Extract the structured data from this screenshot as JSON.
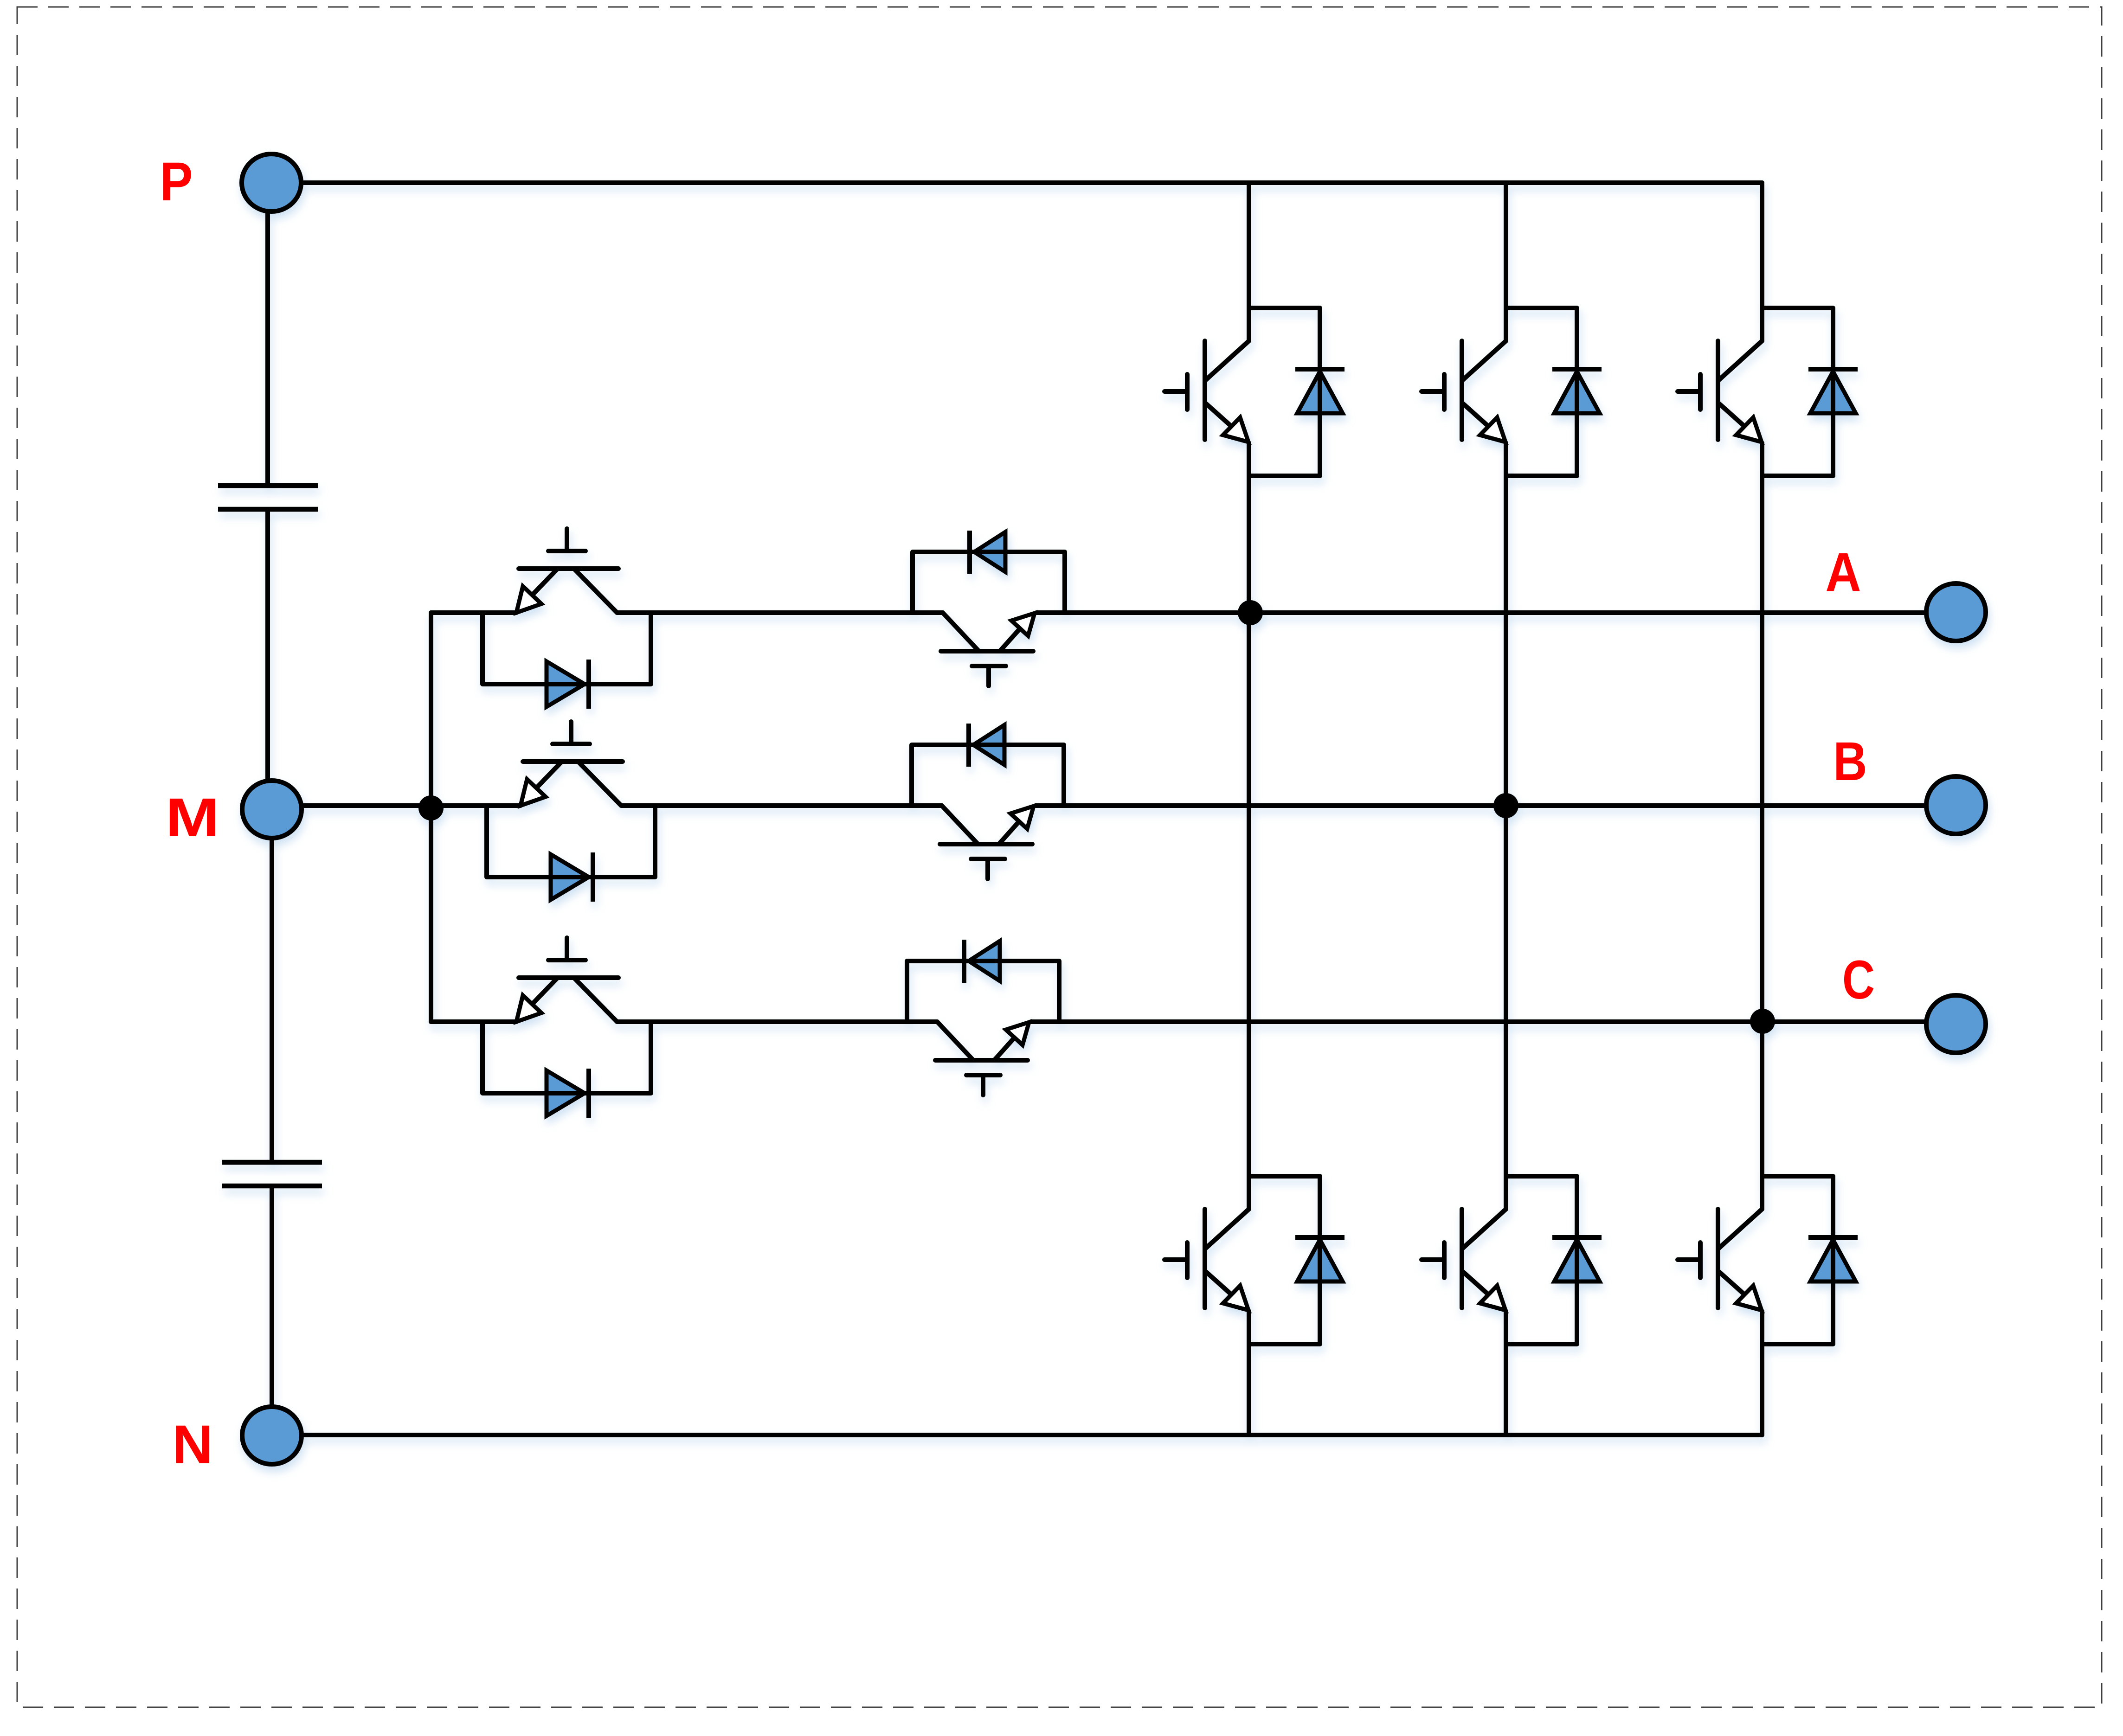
{
  "colors": {
    "background": "#FFFFFF",
    "wire": "#000000",
    "terminal_fill": "#5B9BD5",
    "diode_fill": "#5B9BD5",
    "label": "#FF0000",
    "frame": "#3F3F3F",
    "shadow": "#5B9BD5"
  },
  "dc_bus": {
    "terminals": [
      {
        "node": "P",
        "label": "P",
        "icon": "terminal-node-icon"
      },
      {
        "node": "M",
        "label": "M",
        "icon": "terminal-node-icon"
      },
      {
        "node": "N",
        "label": "N",
        "icon": "terminal-node-icon"
      }
    ],
    "capacitors": [
      {
        "name": "upper-dc-capacitor",
        "icon": "capacitor-icon",
        "between": [
          "P",
          "M"
        ]
      },
      {
        "name": "lower-dc-capacitor",
        "icon": "capacitor-icon",
        "between": [
          "M",
          "N"
        ]
      }
    ]
  },
  "phases": [
    {
      "node": "A",
      "label": "A",
      "icon": "terminal-node-icon",
      "upper_switch": {
        "icon": "igbt-with-antiparallel-diode-icon",
        "between": [
          "P",
          "A"
        ]
      },
      "lower_switch": {
        "icon": "igbt-with-antiparallel-diode-icon",
        "between": [
          "A",
          "N"
        ]
      },
      "neutral_switch": {
        "icon": "bidirectional-igbt-pair-icon",
        "between": [
          "M",
          "A"
        ],
        "device_count": 2
      }
    },
    {
      "node": "B",
      "label": "B",
      "icon": "terminal-node-icon",
      "upper_switch": {
        "icon": "igbt-with-antiparallel-diode-icon",
        "between": [
          "P",
          "B"
        ]
      },
      "lower_switch": {
        "icon": "igbt-with-antiparallel-diode-icon",
        "between": [
          "B",
          "N"
        ]
      },
      "neutral_switch": {
        "icon": "bidirectional-igbt-pair-icon",
        "between": [
          "M",
          "B"
        ],
        "device_count": 2
      }
    },
    {
      "node": "C",
      "label": "C",
      "icon": "terminal-node-icon",
      "upper_switch": {
        "icon": "igbt-with-antiparallel-diode-icon",
        "between": [
          "P",
          "C"
        ]
      },
      "lower_switch": {
        "icon": "igbt-with-antiparallel-diode-icon",
        "between": [
          "C",
          "N"
        ]
      },
      "neutral_switch": {
        "icon": "bidirectional-igbt-pair-icon",
        "between": [
          "M",
          "C"
        ],
        "device_count": 2
      }
    }
  ],
  "junction_dots": [
    "M",
    "A",
    "B",
    "C"
  ]
}
